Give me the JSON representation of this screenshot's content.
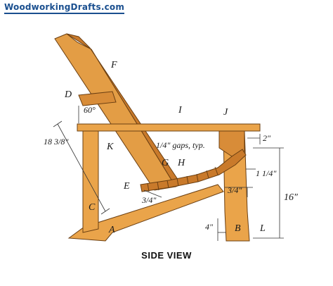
{
  "brand": {
    "text": "WoodworkingDrafts.com"
  },
  "caption": "SIDE VIEW",
  "parts": {
    "A": "A",
    "B": "B",
    "C": "C",
    "D": "D",
    "E": "E",
    "F": "F",
    "G": "G",
    "H": "H",
    "I": "I",
    "J": "J",
    "K": "K",
    "L": "L"
  },
  "dims": {
    "angle": "60°",
    "back_length": "18 3/8\"",
    "arm_overhang": "2\"",
    "slat_gaps": "1/4\" gaps, typ.",
    "arm_support": "1 1/4\"",
    "height": "16\"",
    "front_offset": "3/4\"",
    "seat_offset": "3/4\"",
    "leg_foot": "4\""
  },
  "colors": {
    "wood_light": "#eaa44a",
    "wood_dark": "#c97a2b",
    "outline": "#6b3f12",
    "dim_line": "#333333"
  }
}
